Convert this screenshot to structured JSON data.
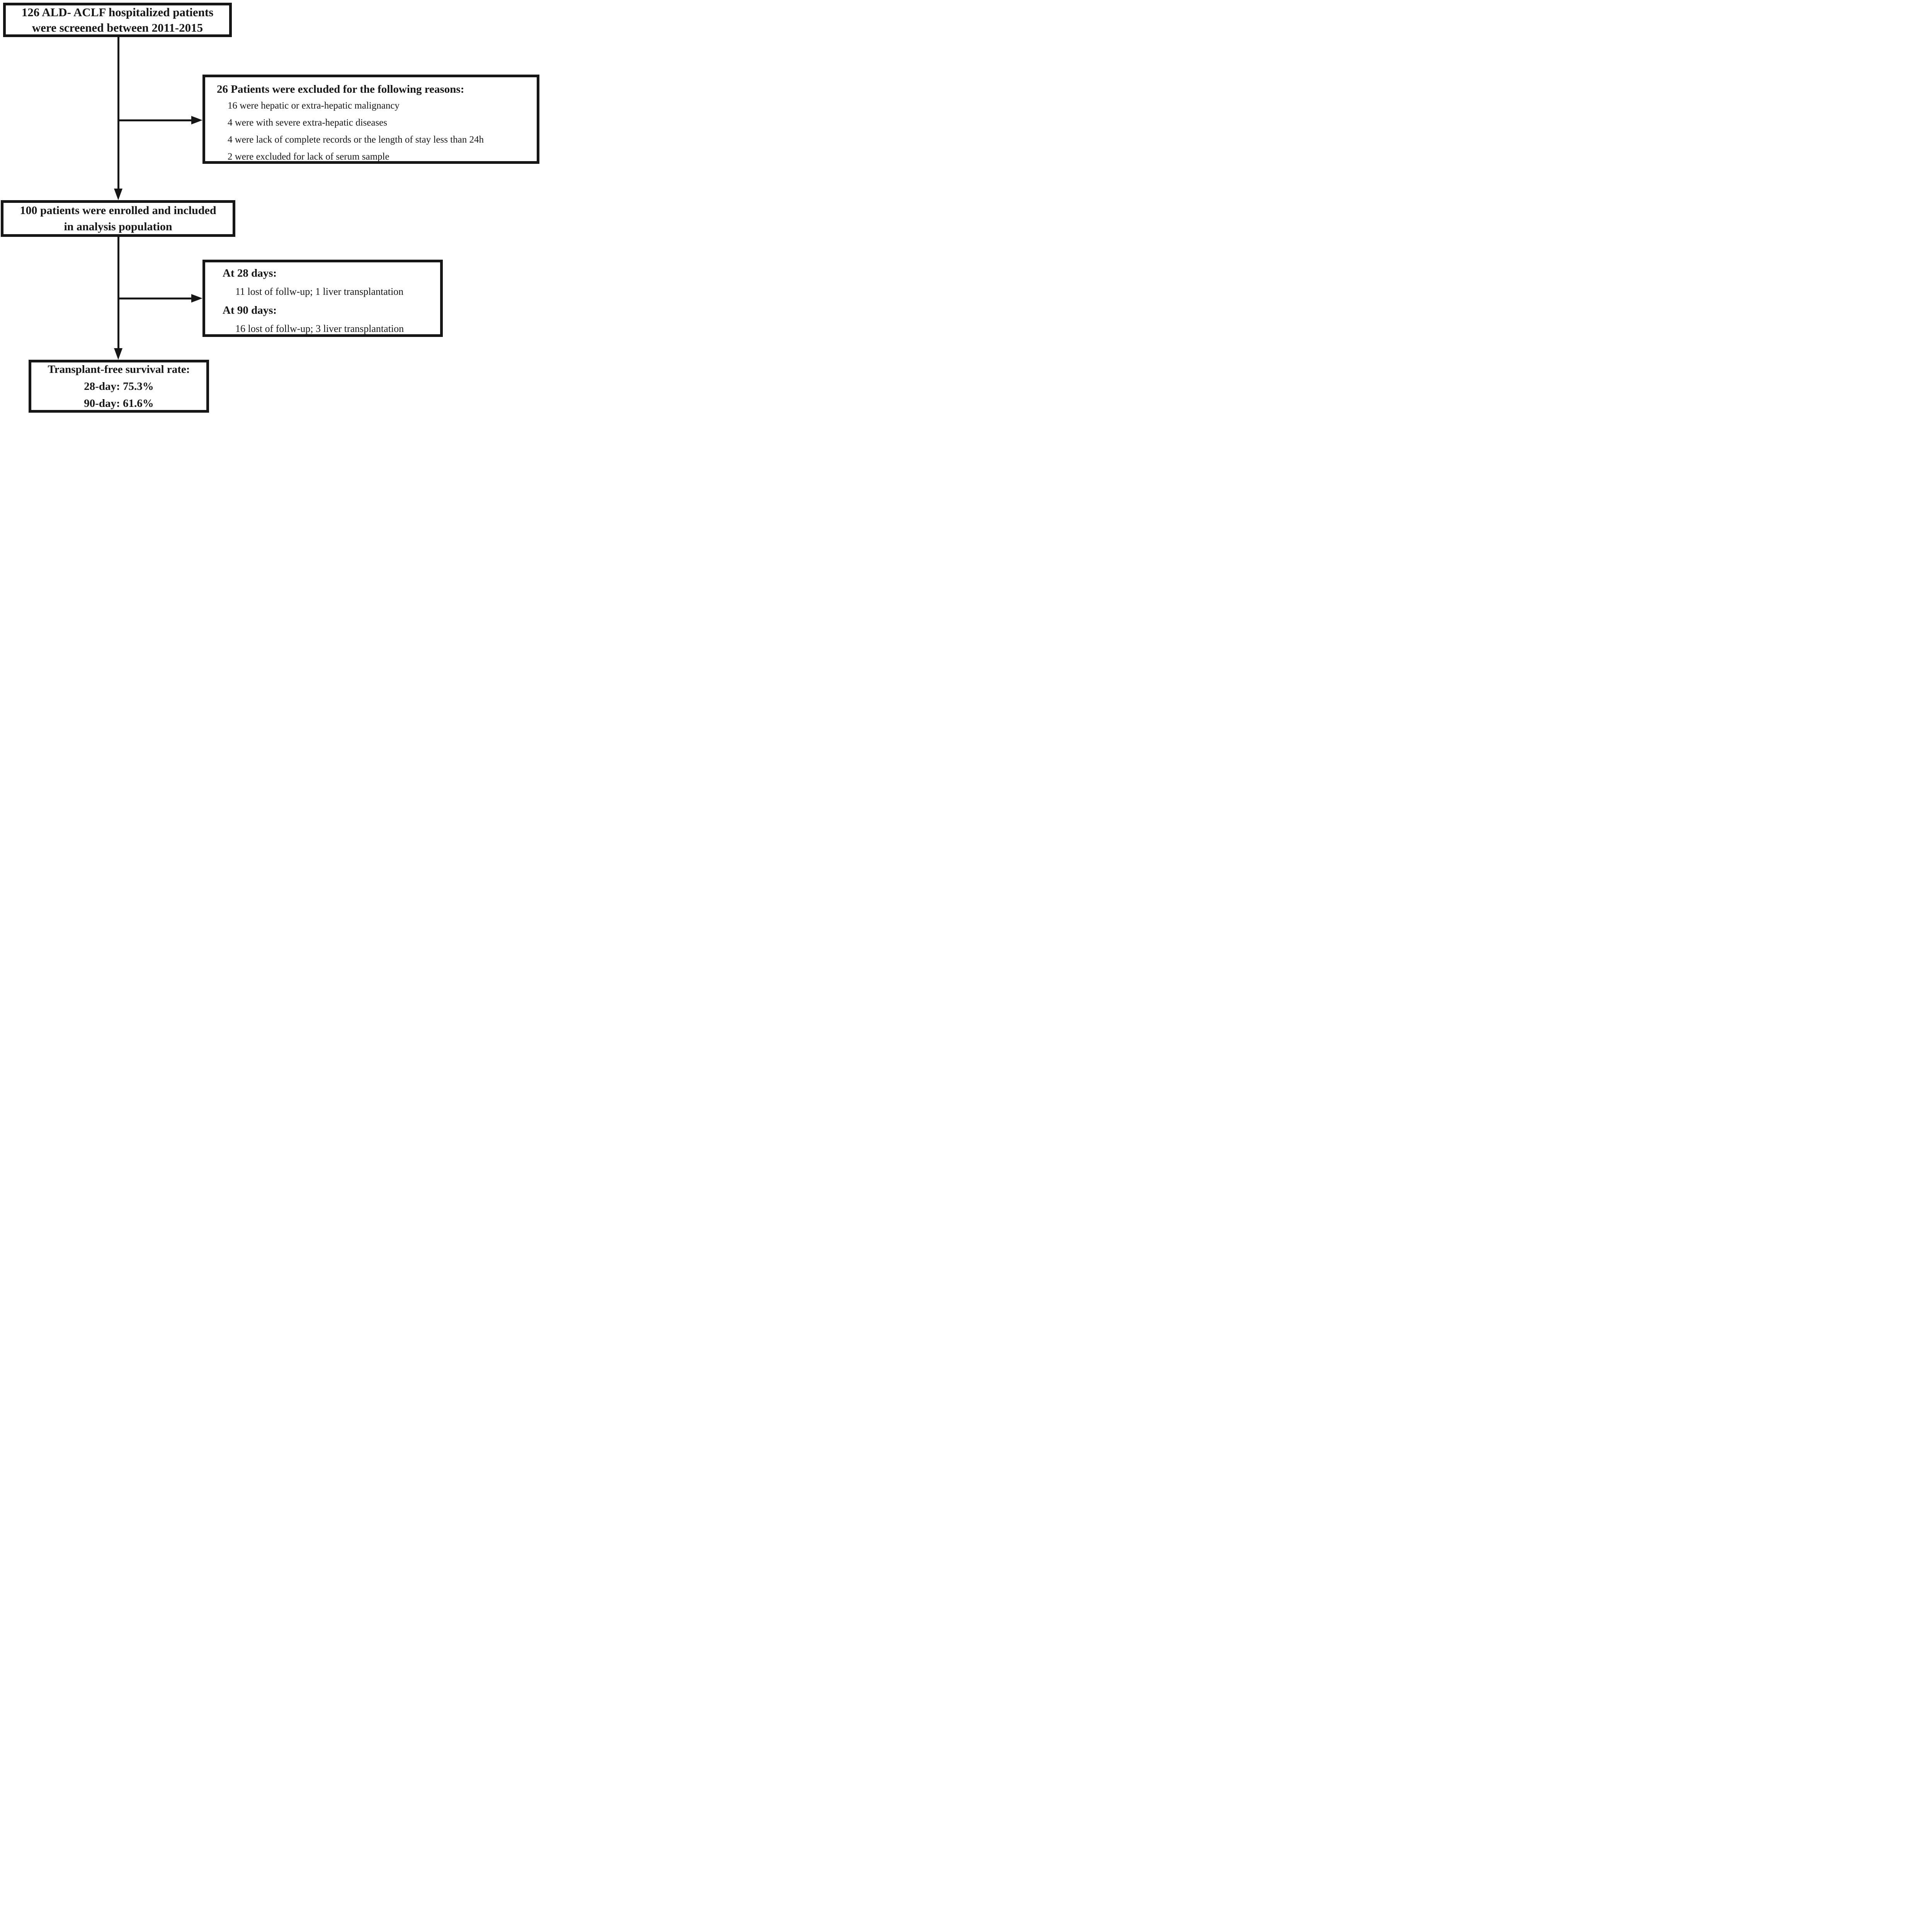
{
  "flowchart": {
    "screened_box": {
      "line1": "126 ALD- ACLF hospitalized patients",
      "line2": "were screened between 2011-2015"
    },
    "excluded_box": {
      "header": "26 Patients were excluded for the following reasons:",
      "reasons": [
        "16 were hepatic or extra-hepatic malignancy",
        "4 were with severe extra-hepatic diseases",
        "4 were lack of complete records or the length of stay less than 24h",
        "2 were excluded for lack of serum sample"
      ]
    },
    "enrolled_box": {
      "line1": "100 patients were enrolled and included",
      "line2": "in analysis population"
    },
    "followup_box": {
      "at28_label": "At 28 days:",
      "at28_detail": "11 lost of follw-up; 1 liver transplantation",
      "at90_label": "At 90 days:",
      "at90_detail": "16 lost of follw-up; 3 liver transplantation"
    },
    "survival_box": {
      "title": "Transplant-free survival rate:",
      "rate28": "28-day: 75.3%",
      "rate90": "90-day: 61.6%"
    },
    "colors": {
      "ink": "#161616",
      "background": "#ffffff"
    }
  }
}
